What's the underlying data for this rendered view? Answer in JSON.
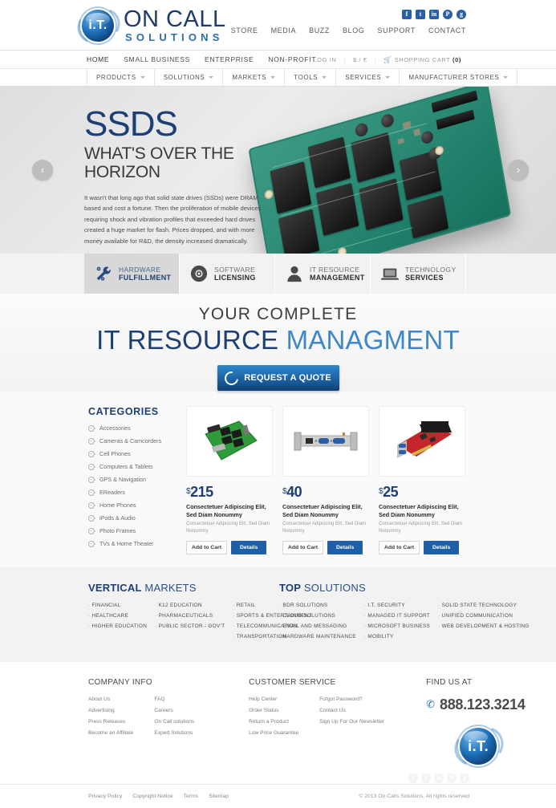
{
  "brand": {
    "logo_initials": "i.T.",
    "name_main": "ON CALL",
    "name_sub": "SOLUTIONS",
    "accent": "#1d3f76",
    "accent_light": "#3f87c9"
  },
  "header": {
    "social": [
      {
        "name": "facebook-icon",
        "glyph": "f"
      },
      {
        "name": "twitter-icon",
        "glyph": "t"
      },
      {
        "name": "linkedin-icon",
        "glyph": "in"
      },
      {
        "name": "pinterest-icon",
        "glyph": "P"
      },
      {
        "name": "googleplus-icon",
        "glyph": "g"
      }
    ],
    "topnav": [
      "STORE",
      "MEDIA",
      "BUZZ",
      "BLOG",
      "SUPPORT",
      "CONTACT"
    ]
  },
  "utilbar": {
    "mainnav": [
      "HOME",
      "SMALL BUSINESS",
      "ENTERPRISE",
      "NON-PROFIT"
    ],
    "login": "LOG IN",
    "currency": "$ / €",
    "cart_label": "SHOPPING CART",
    "cart_count": "(0)",
    "cart_icon": "cart-icon"
  },
  "dropnav": [
    "PRODUCTS",
    "SOLUTIONS",
    "MARKETS",
    "TOOLS",
    "SERVICES",
    "MANUFACTURER STORES"
  ],
  "hero": {
    "headline": "SSDS",
    "subhead": "WHAT'S OVER THE HORIZON",
    "body": "It wasn't that long ago that solid state drives (SSDs) were DRAM-based and cost a fortune. Then the proliferation of mobile devices requiring shock and vibration profiles that exceeded hard drives created a huge market for flash. Prices dropped, and with more money available for R&D, the density increased dramatically.",
    "prev": "‹",
    "next": "›"
  },
  "tabs": [
    {
      "icon": "tools-icon",
      "line1": "HARDWARE",
      "line2": "FULFILLMENT",
      "active": true
    },
    {
      "icon": "disc-icon",
      "line1": "SOFTWARE",
      "line2": "LICENSING",
      "active": false
    },
    {
      "icon": "person-icon",
      "line1": "IT RESOURCE",
      "line2": "MANAGEMENT",
      "active": false
    },
    {
      "icon": "laptop-icon",
      "line1": "TECHNOLOGY",
      "line2": "SERVICES",
      "active": false
    }
  ],
  "promo": {
    "line1": "YOUR COMPLETE",
    "line2_dark": "IT RESOURCE",
    "line2_light": "MANAGMENT",
    "cta": "REQUEST A QUOTE"
  },
  "catalog": {
    "categories_title": "CATEGORIES",
    "categories": [
      "Accessories",
      "Cameras & Camcorders",
      "Cell Phones",
      "Computers & Tablets",
      "GPS & Navigation",
      "EReaders",
      "Home Phones",
      "iPods & Audio",
      "Photo Frames",
      "TVs & Home Theater"
    ],
    "products": [
      {
        "image": "motherboard-green-image",
        "currency": "$",
        "price": "215",
        "title": "Consectetuer Adipiscing Elit, Sed Diam Nonummy",
        "desc": "Consectetuer Adipiscing Elit, Sed Diam Nonummy",
        "add_label": "Add to Cart",
        "details_label": "Details"
      },
      {
        "image": "io-bracket-card-image",
        "currency": "$",
        "price": "40",
        "title": "Consectetuer Adipiscing Elit, Sed Diam Nonummy",
        "desc": "Consectetuer Adipiscing Elit, Sed Diam Nonummy",
        "add_label": "Add to Cart",
        "details_label": "Details"
      },
      {
        "image": "graphics-card-red-image",
        "currency": "$",
        "price": "25",
        "title": "Consectetuer Adipiscing Elit, Sed Diam Nonummy",
        "desc": "Consectetuer Adipiscing Elit, Sed Diam Nonummy",
        "add_label": "Add to Cart",
        "details_label": "Details"
      }
    ]
  },
  "markets": {
    "vertical": {
      "title_bold": "VERTICAL",
      "title_thin": "MARKETS",
      "columns": [
        [
          "FINANCIAL",
          "HEALTHCARE",
          "HIGHER EDUCATION"
        ],
        [
          "K12 EDUCATION",
          "PHARMACEUTICALS",
          "PUBLIC SECTOR - GOV'T"
        ],
        [
          "RETAIL",
          "SPORTS & ENTERTAINMENT",
          "TELECOMMUNICATION",
          "TRANSPORTATION"
        ]
      ]
    },
    "solutions": {
      "title_bold": "TOP",
      "title_thin": "SOLUTIONS",
      "columns": [
        [
          "BDR SOLUTIONS",
          "CLOUD SOLUTIONS",
          "EMAIL AND MESSAGING",
          "HARDWARE MAINTENANCE"
        ],
        [
          "I.T. SECURITY",
          "MANAGED IT SUPPORT",
          "MICROSOFT BUSINESS",
          "MOBILITY"
        ],
        [
          "SOLID STATE TECHNOLOGY",
          "UNIFIED COMMUNICATION",
          "WEB DEVELOPMENT & HOSTING"
        ]
      ]
    }
  },
  "footer": {
    "company": {
      "title": "COMPANY INFO",
      "columns": [
        [
          "About Us",
          "Advertising",
          "Press Releases",
          "Become an Affiliate"
        ],
        [
          "FAQ",
          "Careers",
          "On Call solutions",
          "Expert Solutions"
        ]
      ]
    },
    "customer": {
      "title": "CUSTOMER SERVICE",
      "columns": [
        [
          "Help Center",
          "Order Status",
          "Return a Product",
          "Low Price Guarantee"
        ],
        [
          "Forgot Password?",
          "Contact Us",
          "Sign Up For Our Newsletter"
        ]
      ]
    },
    "find": {
      "title": "FIND US AT",
      "phone_icon": "phone-icon",
      "phone": "888.123.3214"
    }
  },
  "bottom": {
    "links": [
      "Privacy Policy",
      "Copyright Notice",
      "Terms",
      "Sitemap"
    ],
    "copyright": "© 2013 On Calls Solutions. All rights reserved"
  }
}
